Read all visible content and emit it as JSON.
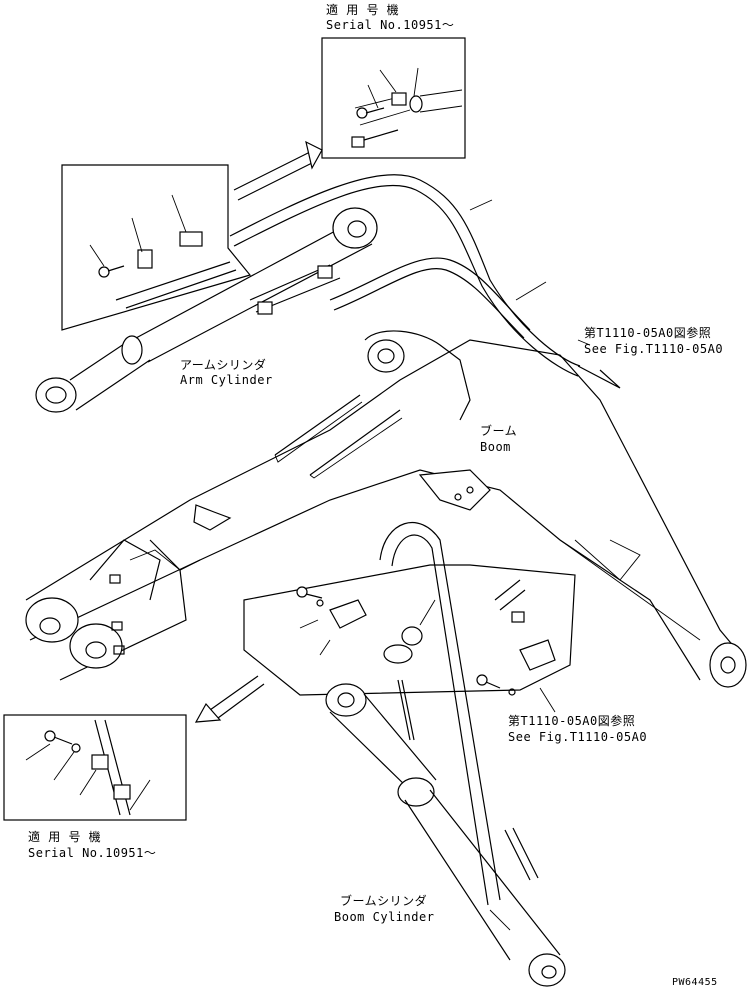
{
  "labels": {
    "serial_top_jp": "適 用 号 機",
    "serial_top_en": "Serial No.10951～",
    "serial_bottom_jp": "適 用 号 機",
    "serial_bottom_en": "Serial No.10951～",
    "ref_top_jp": "第T1110-05A0図参照",
    "ref_top_en": "See Fig.T1110-05A0",
    "ref_bottom_jp": "第T1110-05A0図参照",
    "ref_bottom_en": "See Fig.T1110-05A0",
    "arm_cylinder_jp": "アームシリンダ",
    "arm_cylinder_en": "Arm Cylinder",
    "boom_jp": "ブーム",
    "boom_en": "Boom",
    "boom_cylinder_jp": "ブームシリンダ",
    "boom_cylinder_en": "Boom Cylinder",
    "drawing_code": "PW64455"
  }
}
